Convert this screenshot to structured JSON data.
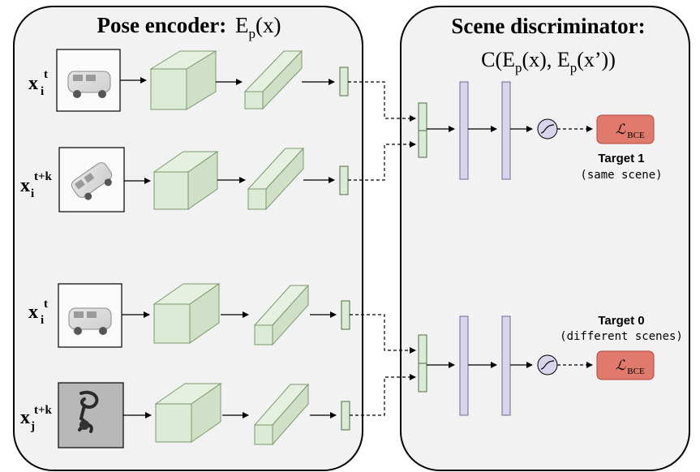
{
  "pose_encoder": {
    "title_bold": "Pose encoder:",
    "title_fn": "E",
    "title_sub": "p",
    "title_arg": "(x)"
  },
  "scene_discriminator": {
    "title": "Scene discriminator:",
    "formula_c": "C(E",
    "formula_sub1": "p",
    "formula_mid": "(x), E",
    "formula_sub2": "p",
    "formula_end": "(x’))"
  },
  "inputs": [
    {
      "base": "x",
      "sub": "i",
      "sup": "t"
    },
    {
      "base": "x",
      "sub": "i",
      "sup": "t+k"
    },
    {
      "base": "x",
      "sub": "i",
      "sup": "t"
    },
    {
      "base": "x",
      "sub": "j",
      "sup": "t+k"
    }
  ],
  "outputs": [
    {
      "loss_symbol": "ℒ",
      "loss_sub": "BCE",
      "target": "Target 1",
      "desc": "(same scene)"
    },
    {
      "loss_symbol": "ℒ",
      "loss_sub": "BCE",
      "target": "Target 0",
      "desc": "(different scenes)"
    }
  ],
  "colors": {
    "panel_bg": "#f2f2f2",
    "box_fill": "#dcebd6",
    "box_stroke": "#7a9a6c",
    "disc_bar_fill": "#d8d4ec",
    "disc_bar_stroke": "#6f6a96",
    "loss_fill": "#e07a6c",
    "loss_stroke": "#b3463a"
  },
  "icons": {
    "activation": "sigmoid-icon",
    "images": [
      "van-photo",
      "van-photo",
      "van-photo",
      "bicycle-photo"
    ]
  }
}
